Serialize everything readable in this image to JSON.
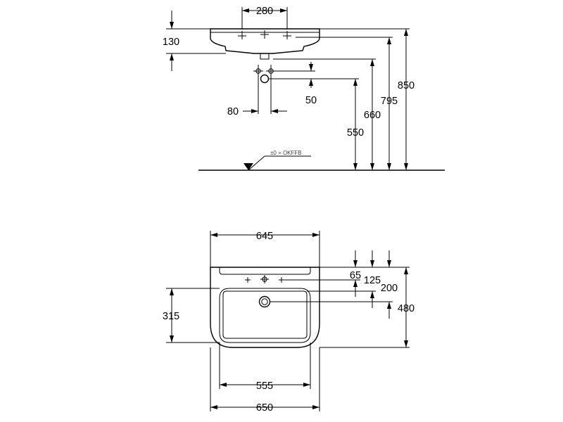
{
  "side_view": {
    "dims": {
      "tap_spacing": "280",
      "basin_height": "130",
      "trap_offset": "50",
      "trap_spacing": "80",
      "waste_height": "550",
      "outlet_height": "660",
      "rim_underside_height": "795",
      "rim_height": "850"
    },
    "floor_label": "±0 = OKFFB"
  },
  "plan_view": {
    "dims": {
      "outer_width_top": "645",
      "hole_offset_1": "65",
      "hole_offset_2": "125",
      "hole_offset_3": "200",
      "depth_total": "480",
      "bowl_depth": "315",
      "bowl_width": "555",
      "outer_width_bottom": "650"
    }
  }
}
